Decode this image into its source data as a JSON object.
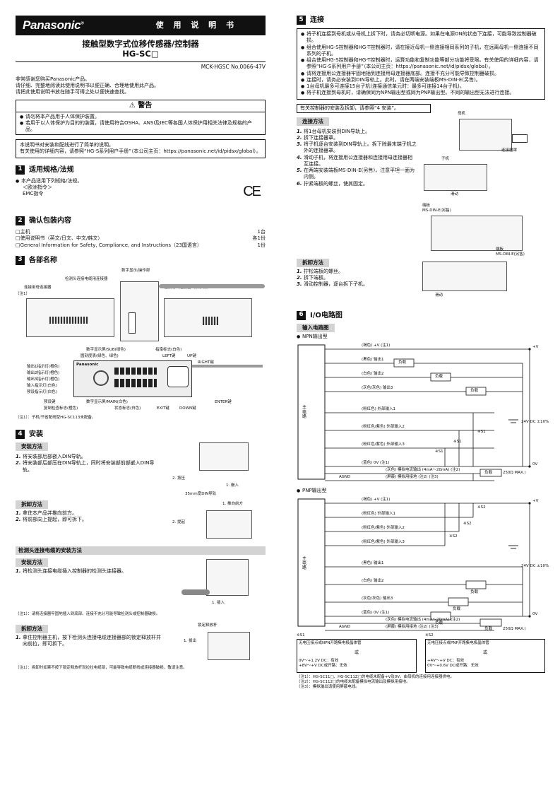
{
  "header": {
    "brand": "Panasonic",
    "brand_mark": "®",
    "doc_type": "使 用 说 明 书"
  },
  "title": {
    "line1": "接触型数字式位移传感器/控制器",
    "line2": "HG-SC□"
  },
  "doc_no": "MCK-HGSC No.0066-47V",
  "intro": "非常感谢您购买Panasonic产品。\n请仔细、完整地阅读此使用说明书以便正确、合理地使用此产品。\n请把此使用说明书放在随手可得之处以便快速查找。",
  "warning": {
    "head": "⚠ 警告",
    "items": [
      "请勿将本产品用于人体保护装置。",
      "若用于以人体保护为目的的装置，请使用符合OSHA、ANSI及IEC等各国人体保护用相关法律及规格的产品。"
    ]
  },
  "manual_note": "本说明书对安装和配线进行了简单的说明。\n有关使用的详细内容，请参照“HG-S系列用户手册”（本公司主页：https://panasonic.net/id/pidsx/global）。",
  "sec1": {
    "num": "1",
    "title": "适用规格/法规",
    "items": [
      "本产品适用下列规格/法规。"
    ],
    "sub1": "＜欧洲指令＞",
    "sub2": "EMC指令",
    "ce": "CE"
  },
  "sec2": {
    "num": "2",
    "title": "确认包装内容",
    "rows": [
      {
        "name": "□主机",
        "qty": "1台"
      },
      {
        "name": "□使用说明书（英文/日文、中文/韩文）",
        "qty": "各1份"
      },
      {
        "name": "□General Information for Safety, Compliance, and Instructions（23国语言）",
        "qty": "1份"
      }
    ]
  },
  "sec3": {
    "num": "3",
    "title": "各部名称",
    "labels": {
      "display_op": "数字显示/操作部",
      "head_conn": "检测头连接电缆用连接器",
      "mother_conn": "连接用母连接器",
      "note1": "（注1）",
      "pub_conn": "连接用公连接器（仅子机）",
      "sub_display": "数字显示屏/SUB(绿色)",
      "pointer": "指南标志(白色)",
      "scale": "圆刻度表(绿色、绿色)",
      "left": "LEFT键",
      "up": "UP键",
      "right": "RIGHT键",
      "out1": "输出1指示灯(橙色)",
      "out2": "输出2指示灯(橙色)",
      "out3": "输出3指示灯(橙色)",
      "in": "输入指示灯(白色)",
      "preset": "预设指示灯(白色)",
      "preset_key": "预设键",
      "calib": "复制检查标志(橙色)",
      "main_display": "数字显示屏/MAIN(白色)",
      "state": "状态标志(白色)",
      "exit": "EXIT键",
      "down": "DOWN键",
      "enter": "ENTER键",
      "panel_brand": "Panasonic"
    },
    "note": "（注1）：子机/节省配线型HG-SC113未配备。"
  },
  "sec4": {
    "num": "4",
    "title": "安装",
    "install_head": "安装方法",
    "install_steps": [
      "将安装部后部嵌入DIN导轨。",
      "将安装部后部压在DIN导轨上，同时将安装部前部嵌入DIN导轨。"
    ],
    "f_press": "2. 按压",
    "f_fit": "1. 嵌入",
    "f_rail": "35mm宽DIN导轨",
    "remove_head": "拆卸方法",
    "remove_steps": [
      "拿住本产品并推向前方。",
      "将前部向上提起，即可拆下。"
    ],
    "f_push": "1. 推向前方",
    "f_lift": "2. 提起",
    "cable_head": "检测头连接电缆的安装方法",
    "cable_install_head": "安装方法",
    "cable_install": [
      "将检测头连接电缆插入控制器的检测头连接器。"
    ],
    "f_insert": "1. 插入",
    "cable_note": "（注1）：请将连接器牢固地插入到底部。连接不充分可能导致检测头或控制器破损。",
    "cable_remove_head": "拆卸方法",
    "cable_remove": [
      "拿住控制器主机，按下检测头连接电缆连接器部的锁定释放杆并向前拉，即可拆下。"
    ],
    "f_lever": "锁定释放杆",
    "f_pull": "1. 拔出",
    "cable_remove_note": "（注1）：拆卸时如果不按下锁定释放杆就拉拉电缆部，可能导致电缆断线或连接器破损，敬请注意。"
  },
  "sec5": {
    "num": "5",
    "title": "连接",
    "items": [
      "将子机连接到母机或从母机上拆下时，请务必切断电源。如果在电源ON的状态下连接，可能导致控制器破损。",
      "组合使用HG-S控制器和HG-T控制器时，请在接近母机一侧连接相同系列的子机，在远离母机一侧连接不同系列的子机。",
      "组合使用HG-S控制器和HG-T控制器时，运算功能和复制功能等部分功能将受限。有关使用的详细内容，请参照“HG-S系列用户手册”（本公司主页：https://panasonic.net/id/pidsx/global）。",
      "请将连接用公连接器牢固地插到连接用母连接器底部。连接不充分可能导致控制器破损。",
      "连接时，请务必安装到DIN导轨上。此时，请在两端安装端板MS-DIN-E(另售)。",
      "1台母机最多可连接15台子机(连接通信单元时：最多可连接14台子机)。",
      "将子机连接到母机时，请确保同为NPN输出型或同为PNP输出型。不同的输出型无法进行连接。"
    ],
    "note_line": "有关控制器的安装及拆卸，请参照“4 安装”。",
    "conn_head": "连接方法",
    "conn_steps": [
      "将1台母机安装到DIN导轨上。",
      "拆下连接器罩。",
      "将子机逐台安装到DIN导轨上。拆下除最末端子机之外的连接器罩。",
      "滑动子机，将连接用公连接器和连接用母连接器相互连接。",
      "在两端安装端板MS-DIN-E(另售)，注意平坦一面为内侧。",
      "拧紧端板的螺丝，使其固定。"
    ],
    "f_master": "母机",
    "f_slave": "子机",
    "f_cover": "连接器罩",
    "f_slide": "滑动",
    "f_endplate": "端板\nMS-DIN-E(另售)",
    "f_endplate2": "端板\nMS-DIN-E(另售)",
    "remove_head": "拆卸方法",
    "remove_steps": [
      "拧松端板的螺丝。",
      "拆下端板。",
      "滑动控制器，逐台拆下子机。"
    ],
    "f_slide2": "滑动"
  },
  "sec6": {
    "num": "6",
    "title": "I/O电路图",
    "input_head": "输入电路图",
    "npn": "NPN输出型",
    "pnp": "PNP输出型",
    "main": "主\n电\n路",
    "w_brown": "(褐色) +V (注1)",
    "w_black": "(黑色) 输出1",
    "w_white": "(白色) 输出2",
    "w_gray": "(灰色/灰色) 输出3",
    "w_pink": "(粉红色) 外部输入1",
    "w_pink2": "(粉红色/紫色) 外部输入2",
    "w_pink3": "(粉红色/紫色) 外部输入3",
    "w_blue": "(蓝色) 0V (注1)",
    "w_analog": "(灰色) 模拟电流输出 (4mA～20mA) (注2)",
    "w_shield": "(屏蔽) 模拟用接地 (注2) (注3)",
    "load": "负载",
    "load2": "负载",
    "load3": "负载",
    "load4": "负载",
    "load5": "负载",
    "load6": "负载",
    "load7": "负载",
    "load8": "负载",
    "v": "+V",
    "v2": "+V",
    "zero": "0V",
    "zero2": "0V",
    "dc": "24V DC ±10%",
    "dc2": "24V DC ±10%",
    "ohm": "250Ω MAX.)",
    "ohm2": "250Ω MAX.)",
    "agnd": "AGND",
    "agnd2": "AGND",
    "s1": "※S1",
    "s2": "※S2",
    "s1b": "※S1",
    "s1c": "※S1",
    "s2b": "※S2",
    "s2c": "※S2",
    "s1_box_title": "无电压接点或NPN开路集电极晶体管",
    "s2_box_title": "无电压接点或PNP开路集电极晶体管",
    "or": "或",
    "or2": "或",
    "s1_l1": "0V～+1.2V DC：有效",
    "s1_l2": "+8V～+V DC或开路：无效",
    "s2_l1": "+4V～+V DC：有效",
    "s2_l2": "0V～+0.6V DC或开路：无效",
    "s1_lbl": "※S1",
    "s2_lbl": "※S2",
    "notes": [
      "（注1）：HG-SC11□、HG-SC11Z□的电缆未配备+V及0V。由母机的连接用连接器供电。",
      "（注2）：HG-SC112□的电缆未配备模拟电流输出及模拟用接地。",
      "（注3）：模拟输出请使用屏蔽电线。"
    ]
  }
}
